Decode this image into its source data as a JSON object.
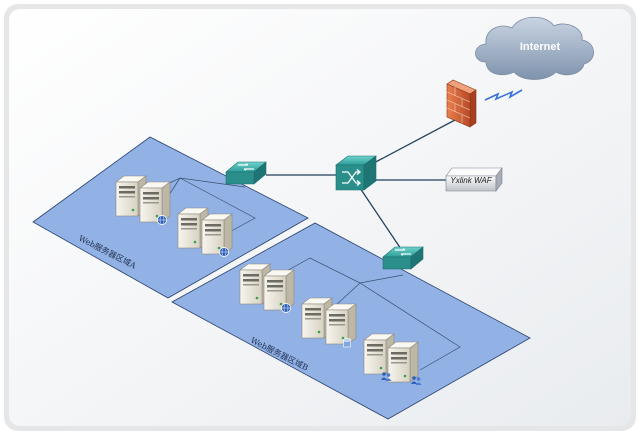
{
  "diagram": {
    "internet_label": "Internet",
    "waf_label": "Yxlink WAF",
    "zone_a_label": "Web服务器区域A",
    "zone_b_label": "Web服务器区域B"
  },
  "colors": {
    "zone_fill": "#92b2e6",
    "zone_stroke": "#28406e",
    "link": "#20405c",
    "switch": "#2fa3a0",
    "firewall": "#d9643a",
    "cloud": "#9fb0c6",
    "server": "#ece8dc"
  },
  "icons": [
    "internet-cloud-icon",
    "firewall-icon",
    "lightning-link-icon",
    "core-switch-icon",
    "waf-appliance-icon",
    "switch-icon",
    "server-icon"
  ]
}
